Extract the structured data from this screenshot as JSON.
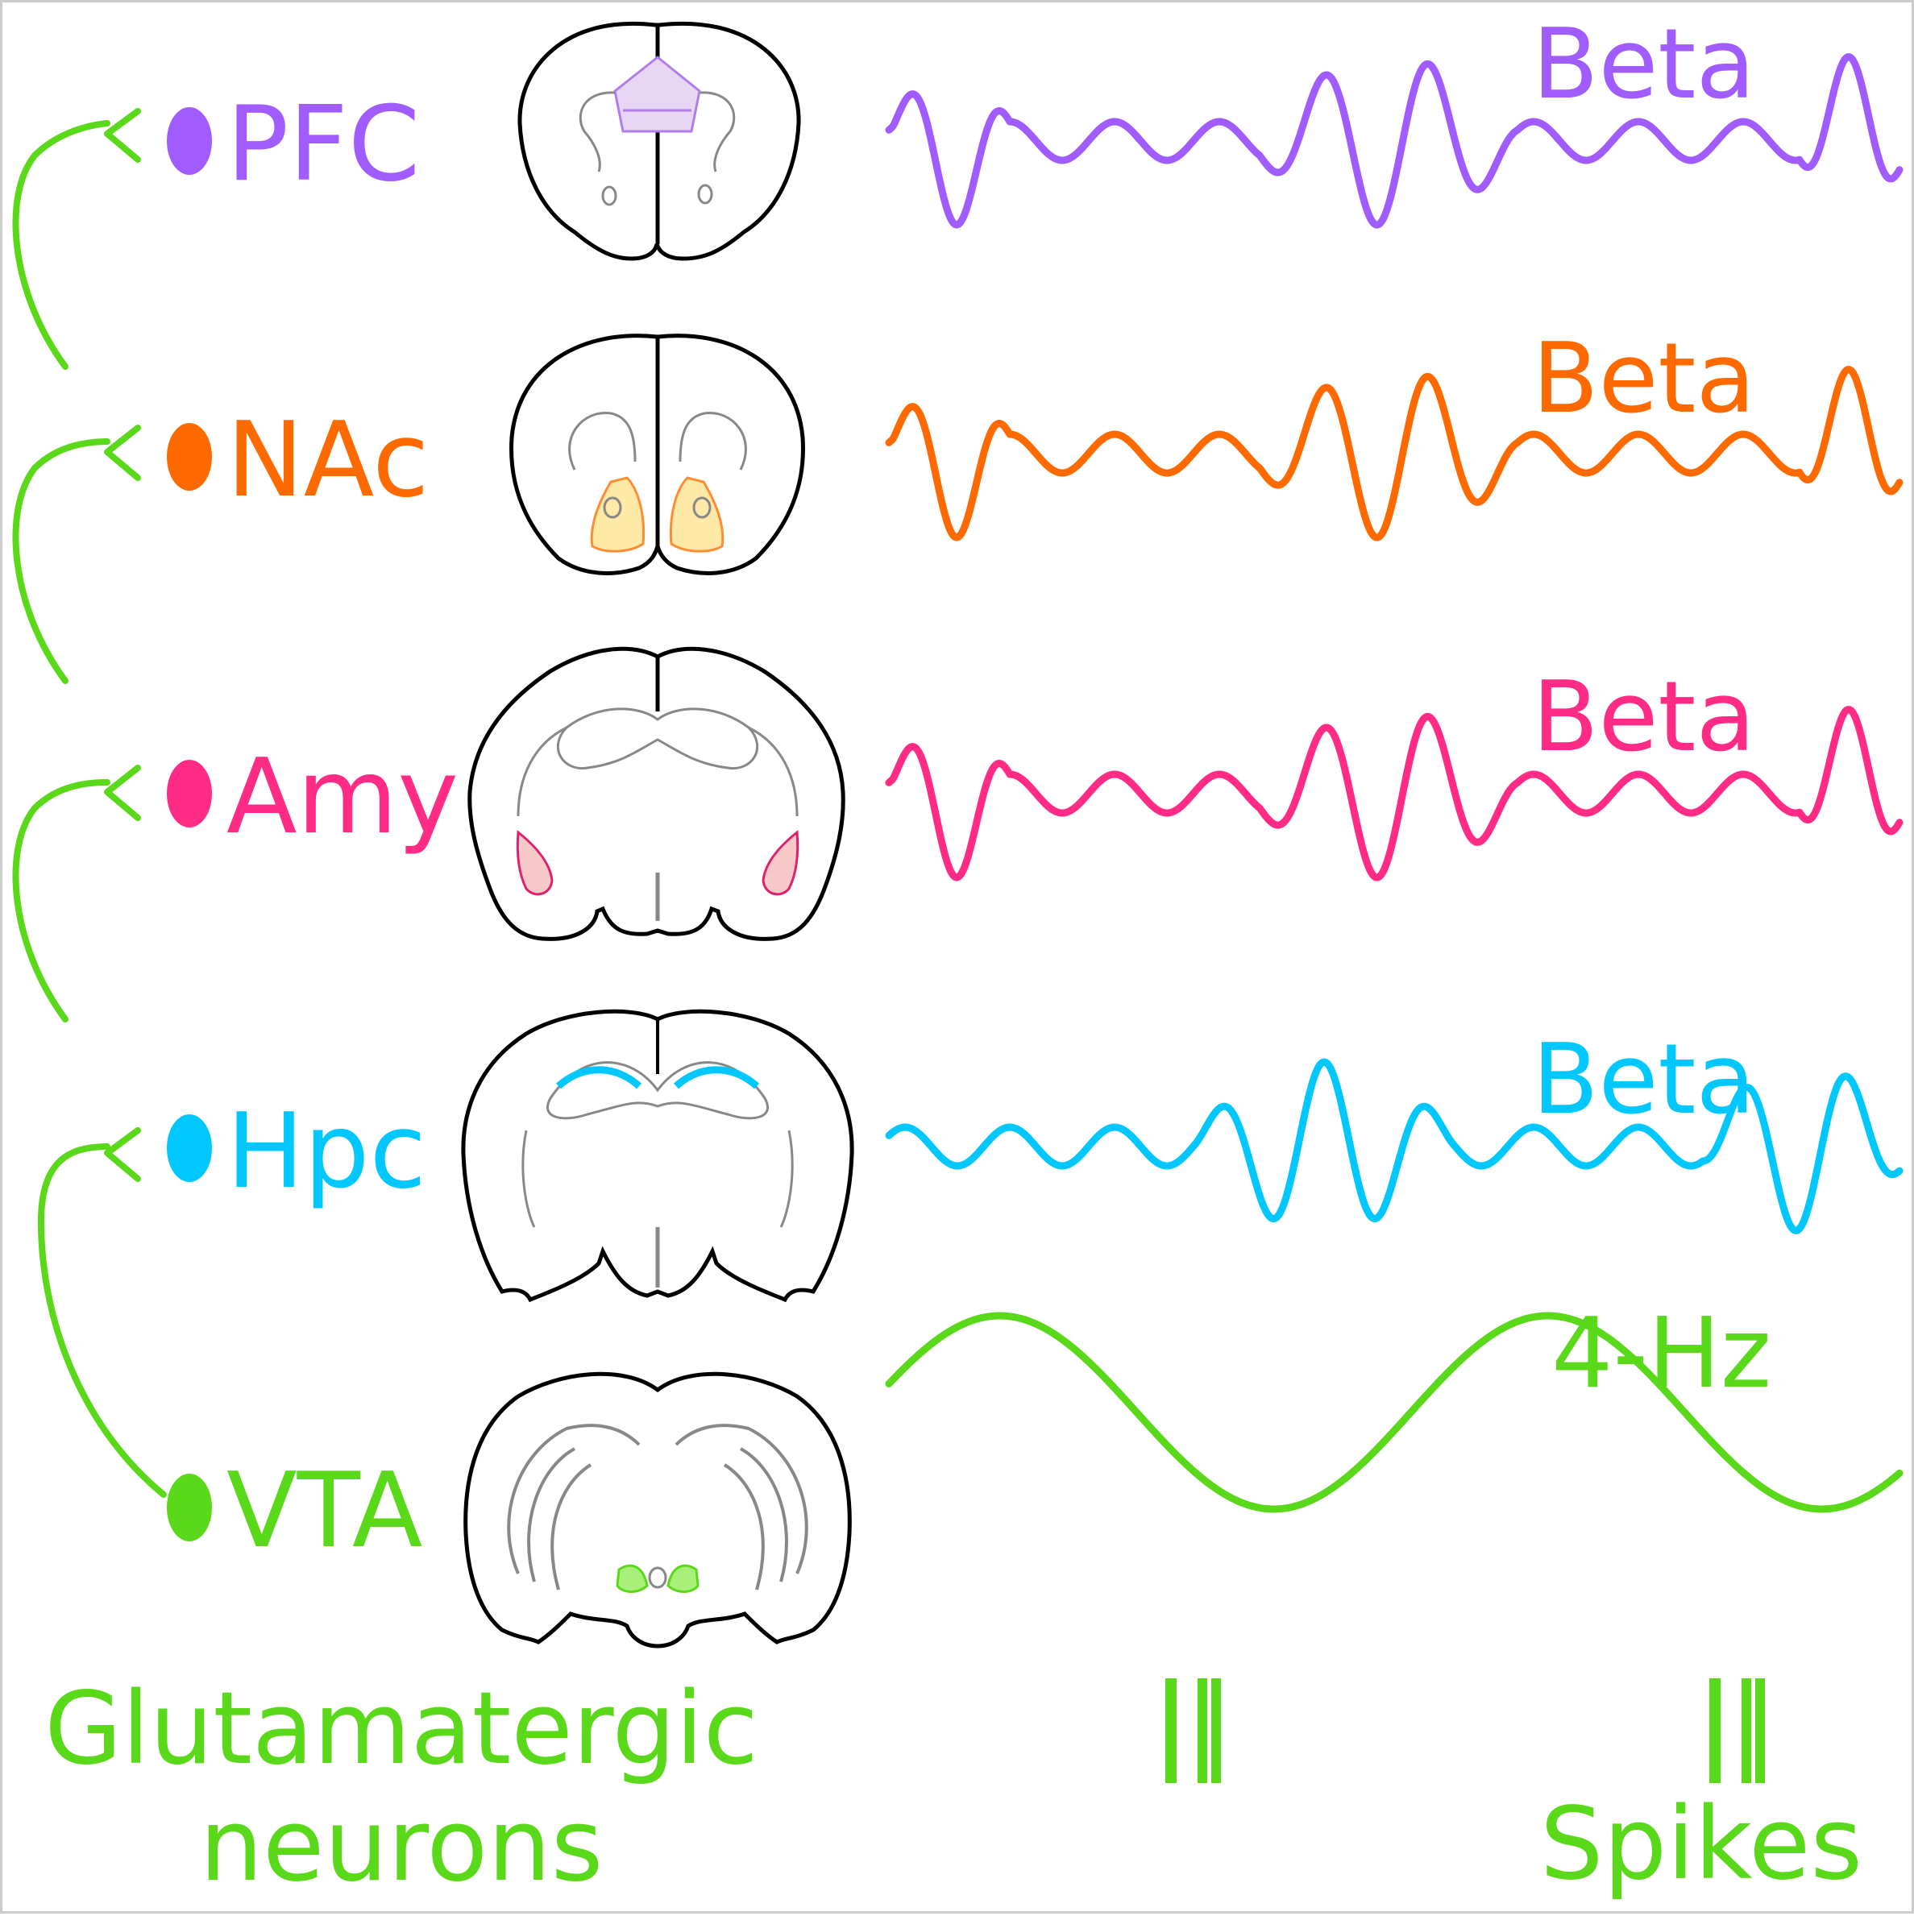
{
  "regions": [
    {
      "id": "pfc",
      "label": "PFC",
      "color": "#a05cff",
      "oscillation": "Beta"
    },
    {
      "id": "nac",
      "label": "NAc",
      "color": "#ff6a00",
      "oscillation": "Beta"
    },
    {
      "id": "amy",
      "label": "Amy",
      "color": "#ff2b85",
      "oscillation": "Beta"
    },
    {
      "id": "hpc",
      "label": "Hpc",
      "color": "#00c8ff",
      "oscillation": "Beta"
    },
    {
      "id": "vta",
      "label": "VTA",
      "color": "#5ad81a",
      "oscillation": "4-Hz"
    }
  ],
  "neuron_color": "#5ad81a",
  "footer": {
    "neurons_line1": "Glutamatergic",
    "neurons_line2": "neurons",
    "spikes_label": "Spikes"
  },
  "icons": [
    "brain-slice-pfc-icon",
    "brain-slice-nac-icon",
    "brain-slice-amy-icon",
    "brain-slice-hpc-icon",
    "brain-slice-vta-icon",
    "axon-terminal-icon"
  ]
}
